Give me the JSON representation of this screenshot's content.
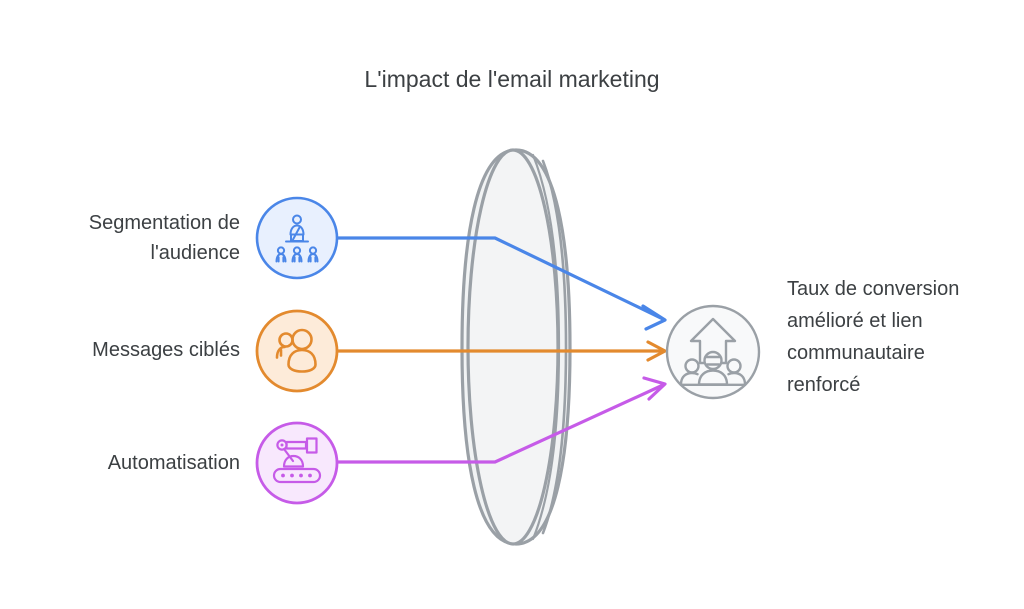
{
  "diagram": {
    "title": "L'impact de l'email marketing",
    "type": "funnel-convergence-diagram",
    "background_color": "#ffffff",
    "title_color": "#3c4043",
    "text_color": "#3c4043",
    "inputs": [
      {
        "id": "segmentation",
        "label": "Segmentation de l'audience",
        "icon": "audience-presentation-icon",
        "accent_color": "#4a86e8",
        "fill_color": "#e8f0fe",
        "connector_style": "step-down-arrow"
      },
      {
        "id": "messages",
        "label": "Messages ciblés",
        "icon": "people-group-icon",
        "accent_color": "#e38a2e",
        "fill_color": "#fdebd9",
        "connector_style": "straight-arrow"
      },
      {
        "id": "automatisation",
        "label": "Automatisation",
        "icon": "robot-arm-conveyor-icon",
        "accent_color": "#c65be8",
        "fill_color": "#f8e8fd",
        "connector_style": "step-up-arrow"
      }
    ],
    "process": {
      "id": "filter-lens",
      "shape": "cylinder-lens",
      "stroke_color": "#9aa0a6",
      "fill_color": "#f1f3f4",
      "label": ""
    },
    "outcome": {
      "id": "outcome",
      "label": "Taux de conversion amélioré et lien communautaire renforcé",
      "icon": "growth-arrow-people-icon",
      "accent_color": "#9aa0a6",
      "fill_color": "#f8f9fa"
    }
  }
}
